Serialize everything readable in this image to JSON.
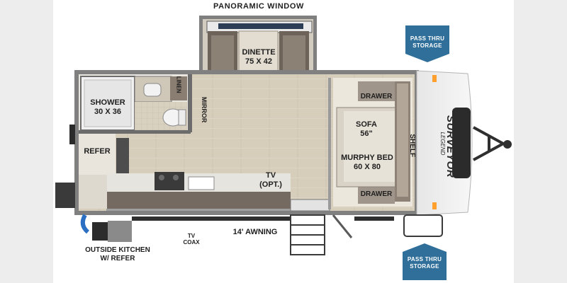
{
  "header": {
    "window_label": "PANORAMIC WINDOW"
  },
  "rooms": {
    "dinette": {
      "name": "DINETTE",
      "size": "75 x 42"
    },
    "shower": {
      "name": "SHOWER",
      "size": "30 x 36"
    },
    "linen": "LINEN",
    "mirror": "MIRROR",
    "refer": "REFER",
    "tv": {
      "name": "TV",
      "note": "(OPT.)"
    },
    "sofa": {
      "name": "SOFA",
      "size": "56\""
    },
    "murphy_bed": {
      "name": "MURPHY BED",
      "size": "60 x 80"
    },
    "drawer_top": "DRAWER",
    "drawer_bottom": "DRAWER",
    "shelf": "SHELF"
  },
  "exterior": {
    "awning": "14' AWNING",
    "tv_coax": {
      "line1": "TV",
      "line2": "COAX"
    },
    "outside_kitchen": {
      "line1": "OUTSIDE KITCHEN",
      "line2": "W/ REFER"
    },
    "pass_thru_top": {
      "line1": "PASS THRU",
      "line2": "STORAGE"
    },
    "pass_thru_bottom": {
      "line1": "PASS THRU",
      "line2": "STORAGE"
    }
  },
  "branding": {
    "brand": "SURVEYOR",
    "sub": "LEGEND"
  },
  "colors": {
    "tag_blue": "#2f6f9a",
    "wall": "#8a8a8a",
    "floor": "#d9d2c3",
    "cabinet": "#7a6d62"
  }
}
